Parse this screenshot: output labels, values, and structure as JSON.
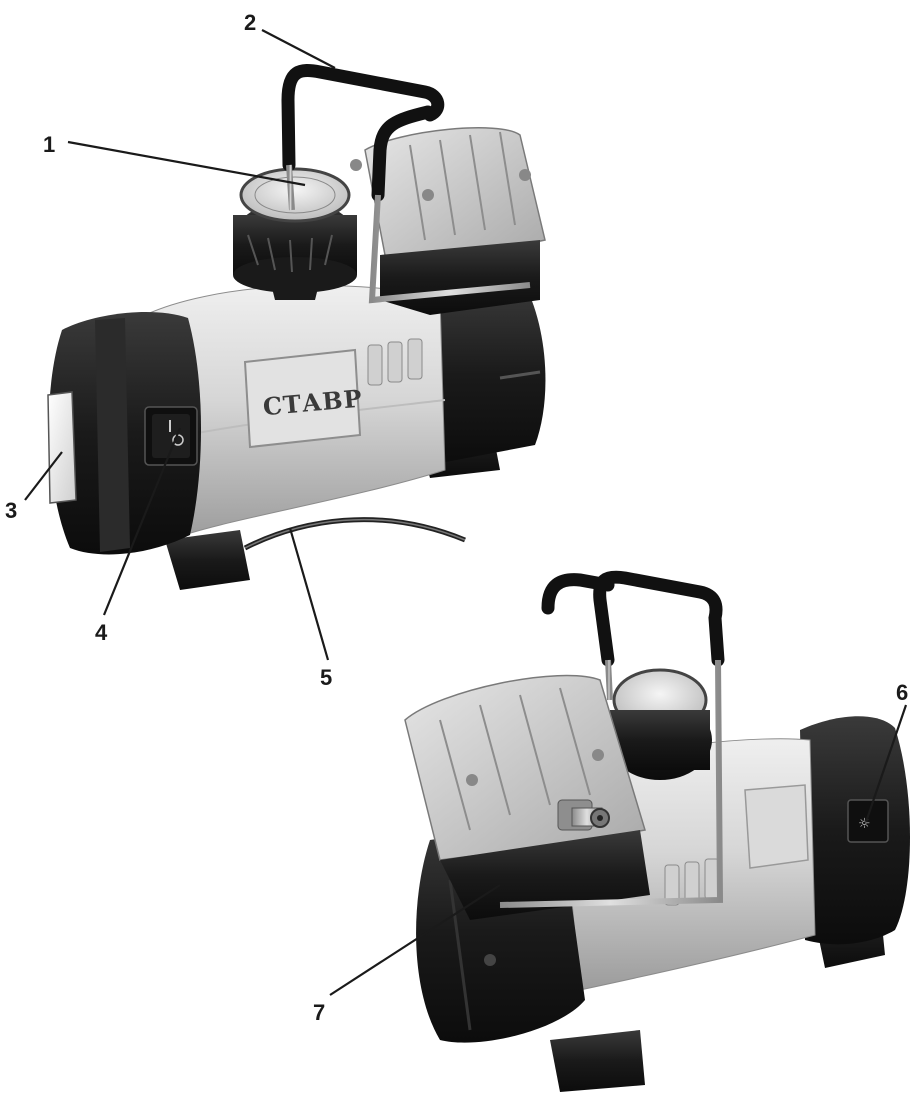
{
  "brand_label": "СТАВР",
  "callouts": [
    {
      "id": "1",
      "label": "1"
    },
    {
      "id": "2",
      "label": "2"
    },
    {
      "id": "3",
      "label": "3"
    },
    {
      "id": "4",
      "label": "4"
    },
    {
      "id": "5",
      "label": "5"
    },
    {
      "id": "6",
      "label": "6"
    },
    {
      "id": "7",
      "label": "7"
    }
  ],
  "colors": {
    "body_light": "#d9d9d9",
    "body_dark": "#1c1c1c",
    "cylinder_head": "#c8c8c8",
    "metal": "#a9a9a9"
  }
}
